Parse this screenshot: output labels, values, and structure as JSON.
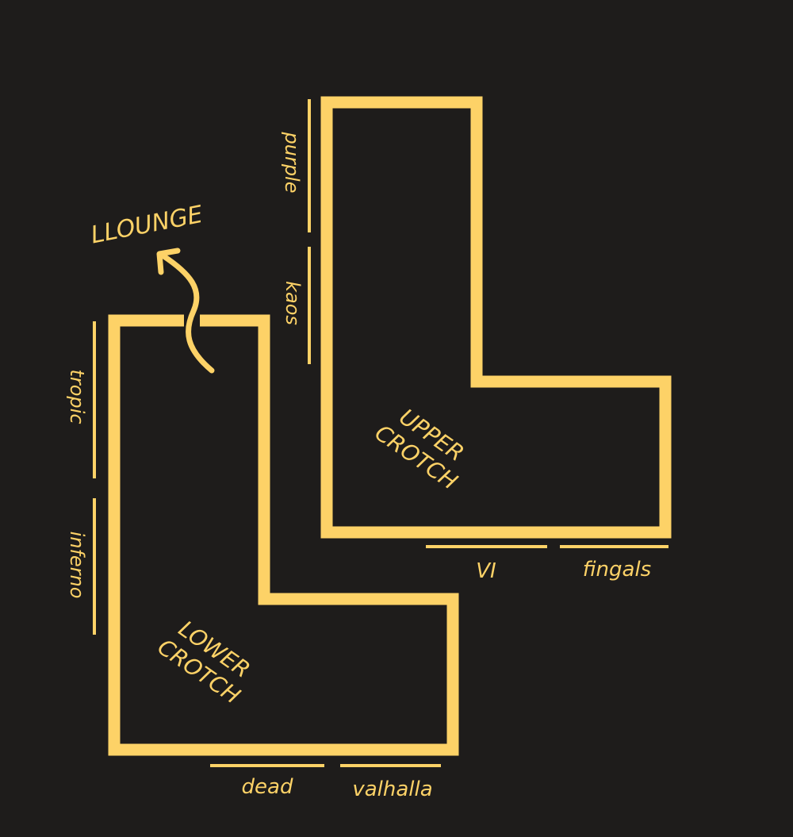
{
  "colors": {
    "background": "#1e1c1b",
    "ink": "#fdd267"
  },
  "rooms": {
    "upper": {
      "label_line1": "UPPER",
      "label_line2": "CROTCH"
    },
    "lower": {
      "label_line1": "LOWER",
      "label_line2": "CROTCH"
    }
  },
  "exit": {
    "label": "LLOUNGE",
    "icon": "curved-arrow-up-icon"
  },
  "doors": {
    "purple": "purple",
    "kaos": "kaos",
    "tropic": "tropic",
    "inferno": "inferno",
    "vi": "VI",
    "fingals": "fingals",
    "dead": "dead",
    "valhalla": "valhalla"
  }
}
